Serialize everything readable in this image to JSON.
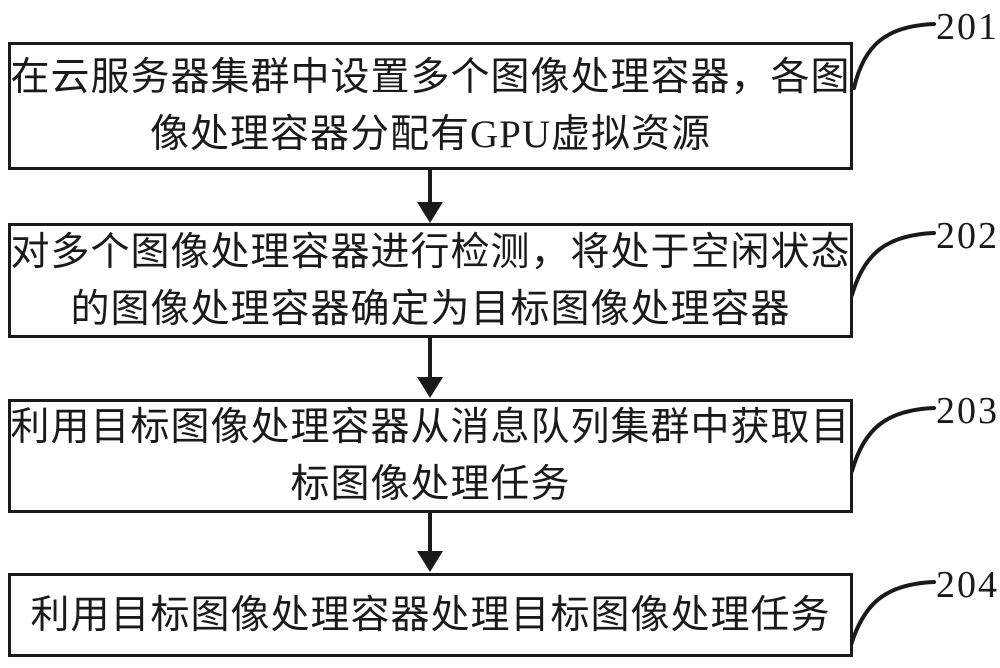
{
  "figure": {
    "background": "#ffffff",
    "ink": "#1a1a1a"
  },
  "steps": [
    {
      "ref": "201",
      "lines": [
        "在云服务器集群中设置多个图像处理容器，各图",
        "像处理容器分配有GPU虚拟资源"
      ]
    },
    {
      "ref": "202",
      "lines": [
        "对多个图像处理容器进行检测，将处于空闲状态",
        "的图像处理容器确定为目标图像处理容器"
      ]
    },
    {
      "ref": "203",
      "lines": [
        "利用目标图像处理容器从消息队列集群中获取目",
        "标图像处理任务"
      ]
    },
    {
      "ref": "204",
      "lines": [
        "利用目标图像处理容器处理目标图像处理任务"
      ]
    }
  ]
}
